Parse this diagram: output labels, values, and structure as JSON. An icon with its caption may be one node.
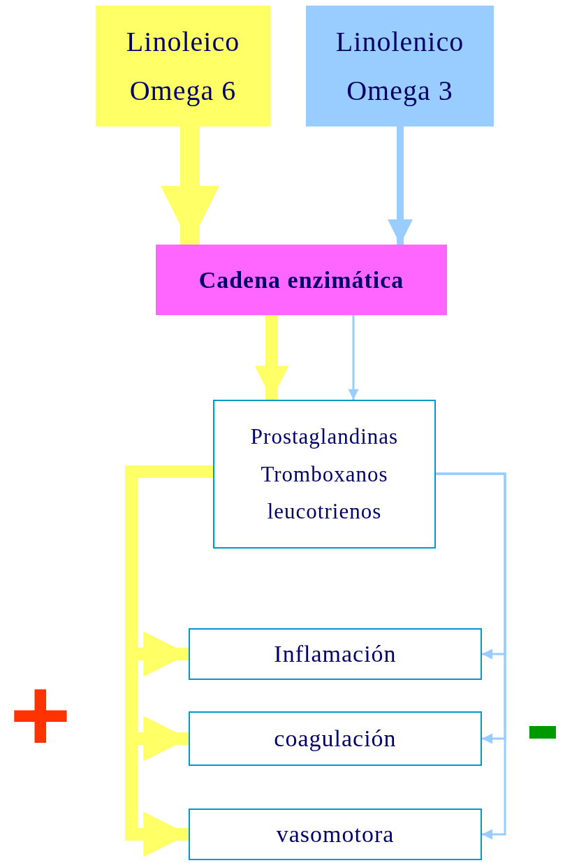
{
  "diagram": {
    "nodes": [
      {
        "text": [
          "Linoleico",
          "Omega 6"
        ]
      },
      {
        "text": [
          "Linolenico",
          "Omega 3"
        ]
      },
      {
        "text": [
          "Cadena enzimática"
        ]
      },
      {
        "text": [
          "Prostaglandinas",
          "Tromboxanos",
          "leucotrienos"
        ]
      },
      {
        "text": [
          "Inflamación"
        ]
      },
      {
        "text": [
          "coagulación"
        ]
      },
      {
        "text": [
          "vasomotora"
        ]
      }
    ],
    "edges": [
      {
        "from": 0,
        "to": 2,
        "arrow": "to",
        "style": "thick",
        "color": "#ffff66"
      },
      {
        "from": 1,
        "to": 2,
        "arrow": "to",
        "color": "#99ccff"
      },
      {
        "from": 2,
        "to": 3,
        "arrow": "to",
        "style": "thick",
        "color": "#ffff66"
      },
      {
        "from": 2,
        "to": 3,
        "arrow": "to",
        "color": "#99ccff"
      },
      {
        "from": 3,
        "to": 4,
        "arrow": "to",
        "style": "thick",
        "color": "#ffff66"
      },
      {
        "from": 3,
        "to": 5,
        "arrow": "to",
        "style": "thick",
        "color": "#ffff66"
      },
      {
        "from": 3,
        "to": 6,
        "arrow": "to",
        "style": "thick",
        "color": "#ffff66"
      },
      {
        "from": 3,
        "to": 4,
        "arrow": "to",
        "color": "#99ccff"
      },
      {
        "from": 3,
        "to": 5,
        "arrow": "to",
        "color": "#99ccff"
      },
      {
        "from": 3,
        "to": 6,
        "arrow": "to",
        "color": "#99ccff"
      }
    ],
    "labels": [
      "+",
      "-"
    ]
  }
}
